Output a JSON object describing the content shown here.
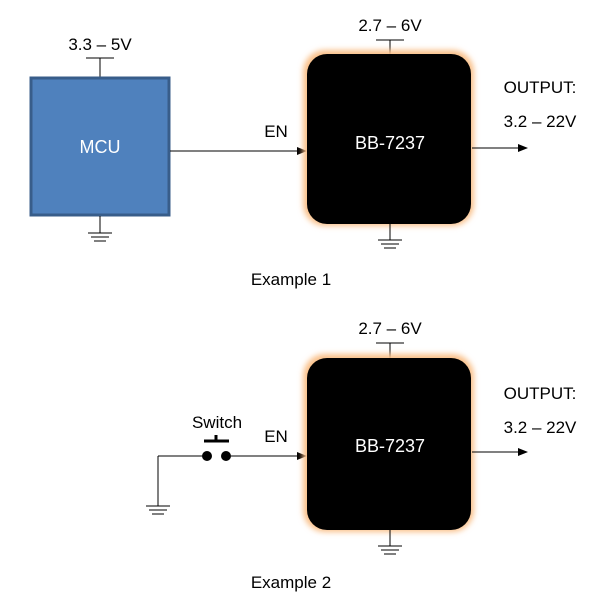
{
  "colors": {
    "mcu_fill": "#4f81bd",
    "mcu_border": "#385d8a",
    "chip_fill": "#000000",
    "chip_glow": "#f9c089",
    "wire": "#000000",
    "text": "#000000"
  },
  "example1": {
    "caption": "Example 1",
    "mcu": {
      "label": "MCU",
      "supply": "3.3 – 5V"
    },
    "enable_label": "EN",
    "chip": {
      "label": "BB-7237",
      "supply": "2.7 – 6V"
    },
    "output": {
      "title": "OUTPUT:",
      "range": "3.2 – 22V"
    }
  },
  "example2": {
    "caption": "Example 2",
    "switch_label": "Switch",
    "enable_label": "EN",
    "chip": {
      "label": "BB-7237",
      "supply": "2.7 – 6V"
    },
    "output": {
      "title": "OUTPUT:",
      "range": "3.2 – 22V"
    }
  }
}
